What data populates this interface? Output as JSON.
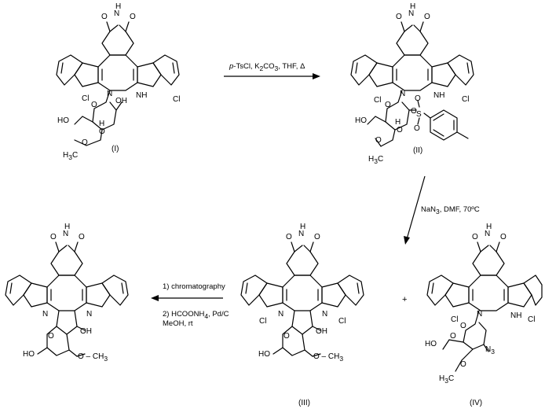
{
  "atoms": {
    "O": "O",
    "N": "N",
    "H": "H",
    "NH": "NH",
    "HN": "HN",
    "Cl": "Cl",
    "OH": "OH",
    "HO": "HO",
    "S": "S",
    "N3": "N",
    "N3_sub": "3",
    "CH3": "CH",
    "CH3_sub": "3",
    "H3C": "H",
    "H3C_sub": "3",
    "H3C_tail": "C"
  },
  "compounds": {
    "I": "(I)",
    "II": "(II)",
    "III": "(III)",
    "IV": "(IV)"
  },
  "steps": {
    "step1": {
      "reagent_italic": "p",
      "reagents_text": "-TsCl, K",
      "sub1": "2",
      "mid": "CO",
      "sub2": "3",
      "tail": ", THF, Δ"
    },
    "step2": {
      "reagent_a": "NaN",
      "sub": "3",
      "reagent_b": ", DMF, 70",
      "unit": "ºС"
    },
    "step3": {
      "line1": "1) chromatography",
      "line2_a": "2) HCOONH",
      "line2_sub": "4",
      "line2_b": ", Pd/C",
      "line3": "MeOH, rt"
    }
  },
  "plus_sign": "+"
}
